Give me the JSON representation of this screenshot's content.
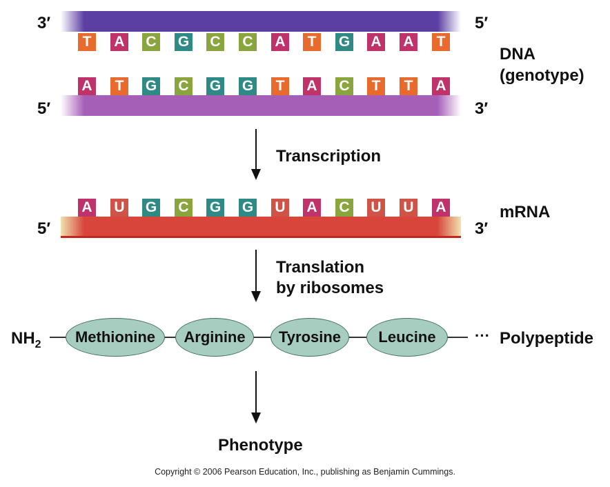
{
  "dna": {
    "label_line1": "DNA",
    "label_line2": "(genotype)",
    "top_strand": {
      "left_end": "3′",
      "right_end": "5′",
      "bases": [
        "T",
        "A",
        "C",
        "G",
        "C",
        "C",
        "A",
        "T",
        "G",
        "A",
        "A",
        "T"
      ]
    },
    "bottom_strand": {
      "left_end": "5′",
      "right_end": "3′",
      "bases": [
        "A",
        "T",
        "G",
        "C",
        "G",
        "G",
        "T",
        "A",
        "C",
        "T",
        "T",
        "A"
      ]
    }
  },
  "transcription_label": "Transcription",
  "mrna": {
    "label": "mRNA",
    "left_end": "5′",
    "right_end": "3′",
    "bases": [
      "A",
      "U",
      "G",
      "C",
      "G",
      "G",
      "U",
      "A",
      "C",
      "U",
      "U",
      "A"
    ]
  },
  "translation_label_line1": "Translation",
  "translation_label_line2": "by ribosomes",
  "polypeptide": {
    "n_terminus": "NH",
    "n_terminus_sub": "2",
    "amino_acids": [
      "Methionine",
      "Arginine",
      "Tyrosine",
      "Leucine"
    ],
    "ellipsis": "···",
    "label": "Polypeptide"
  },
  "phenotype_label": "Phenotype",
  "copyright": "Copyright © 2006 Pearson Education, Inc., publishing as Benjamin Cummings.",
  "colors": {
    "A": "#c0336a",
    "T": "#e86a2c",
    "G": "#2f8a86",
    "C": "#8aa53e",
    "U": "#cf5347",
    "dna_top_strand": "#5b3fa2",
    "dna_bottom_strand": "#a65fb7",
    "mrna_strand": "#d8463b",
    "mrna_edge": "#f0e2b0",
    "amino_acid_fill": "#a7cdc0"
  }
}
